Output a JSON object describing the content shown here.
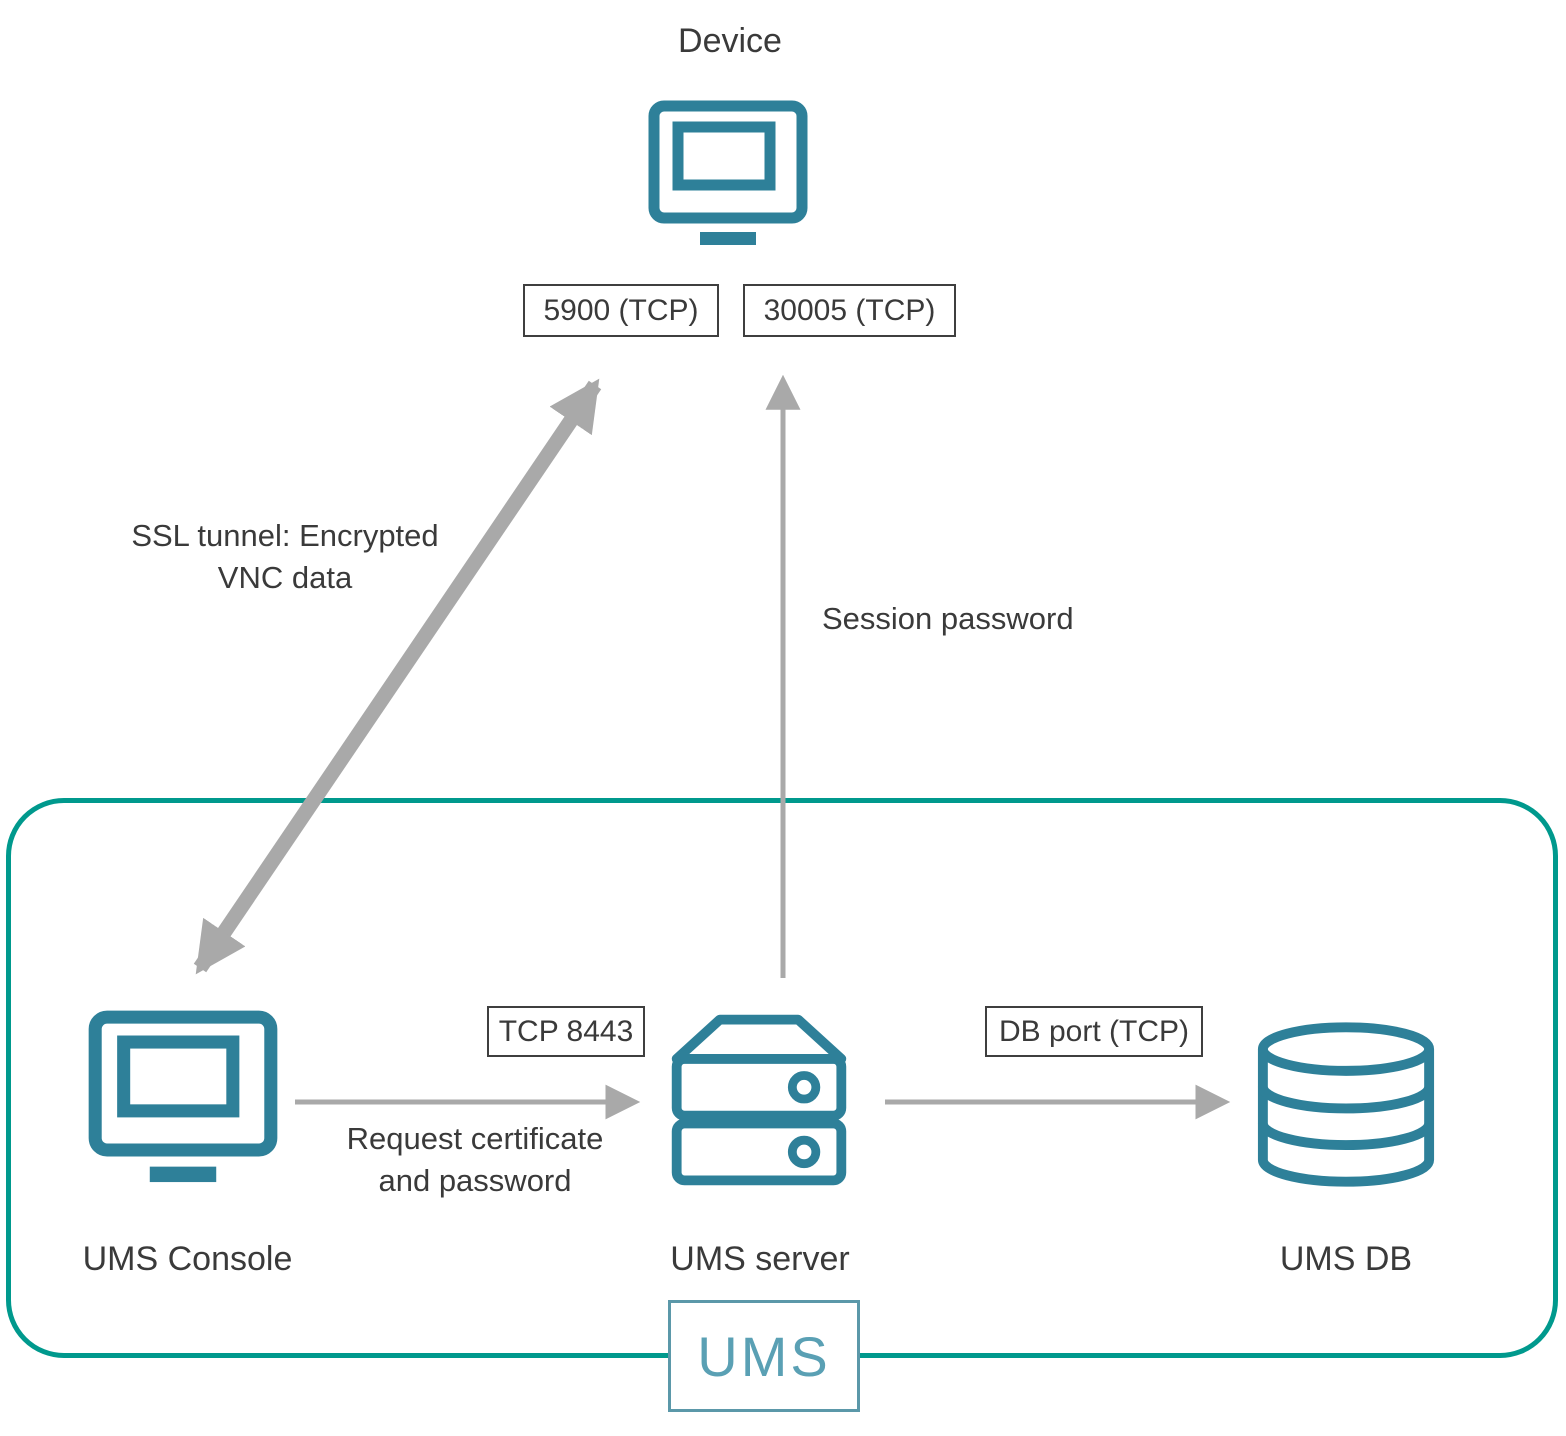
{
  "colors": {
    "icon_teal": "#2e8099",
    "boundary_teal": "#00998d",
    "arrow_gray": "#a9a9a9",
    "text": "#3a3a3a",
    "ums_logo_teal": "#5aa0b4"
  },
  "device": {
    "label": "Device"
  },
  "ports": {
    "vnc": "5900 (TCP)",
    "session": "30005 (TCP)",
    "console_server": "TCP 8443",
    "db": "DB port (TCP)"
  },
  "edges": {
    "ssl": {
      "line1": "SSL tunnel: Encrypted",
      "line2": "VNC data"
    },
    "session": {
      "label": "Session password"
    },
    "request": {
      "line1": "Request certificate",
      "line2": "and password"
    }
  },
  "nodes": {
    "console": "UMS Console",
    "server": "UMS server",
    "db": "UMS DB",
    "ums": "UMS"
  }
}
